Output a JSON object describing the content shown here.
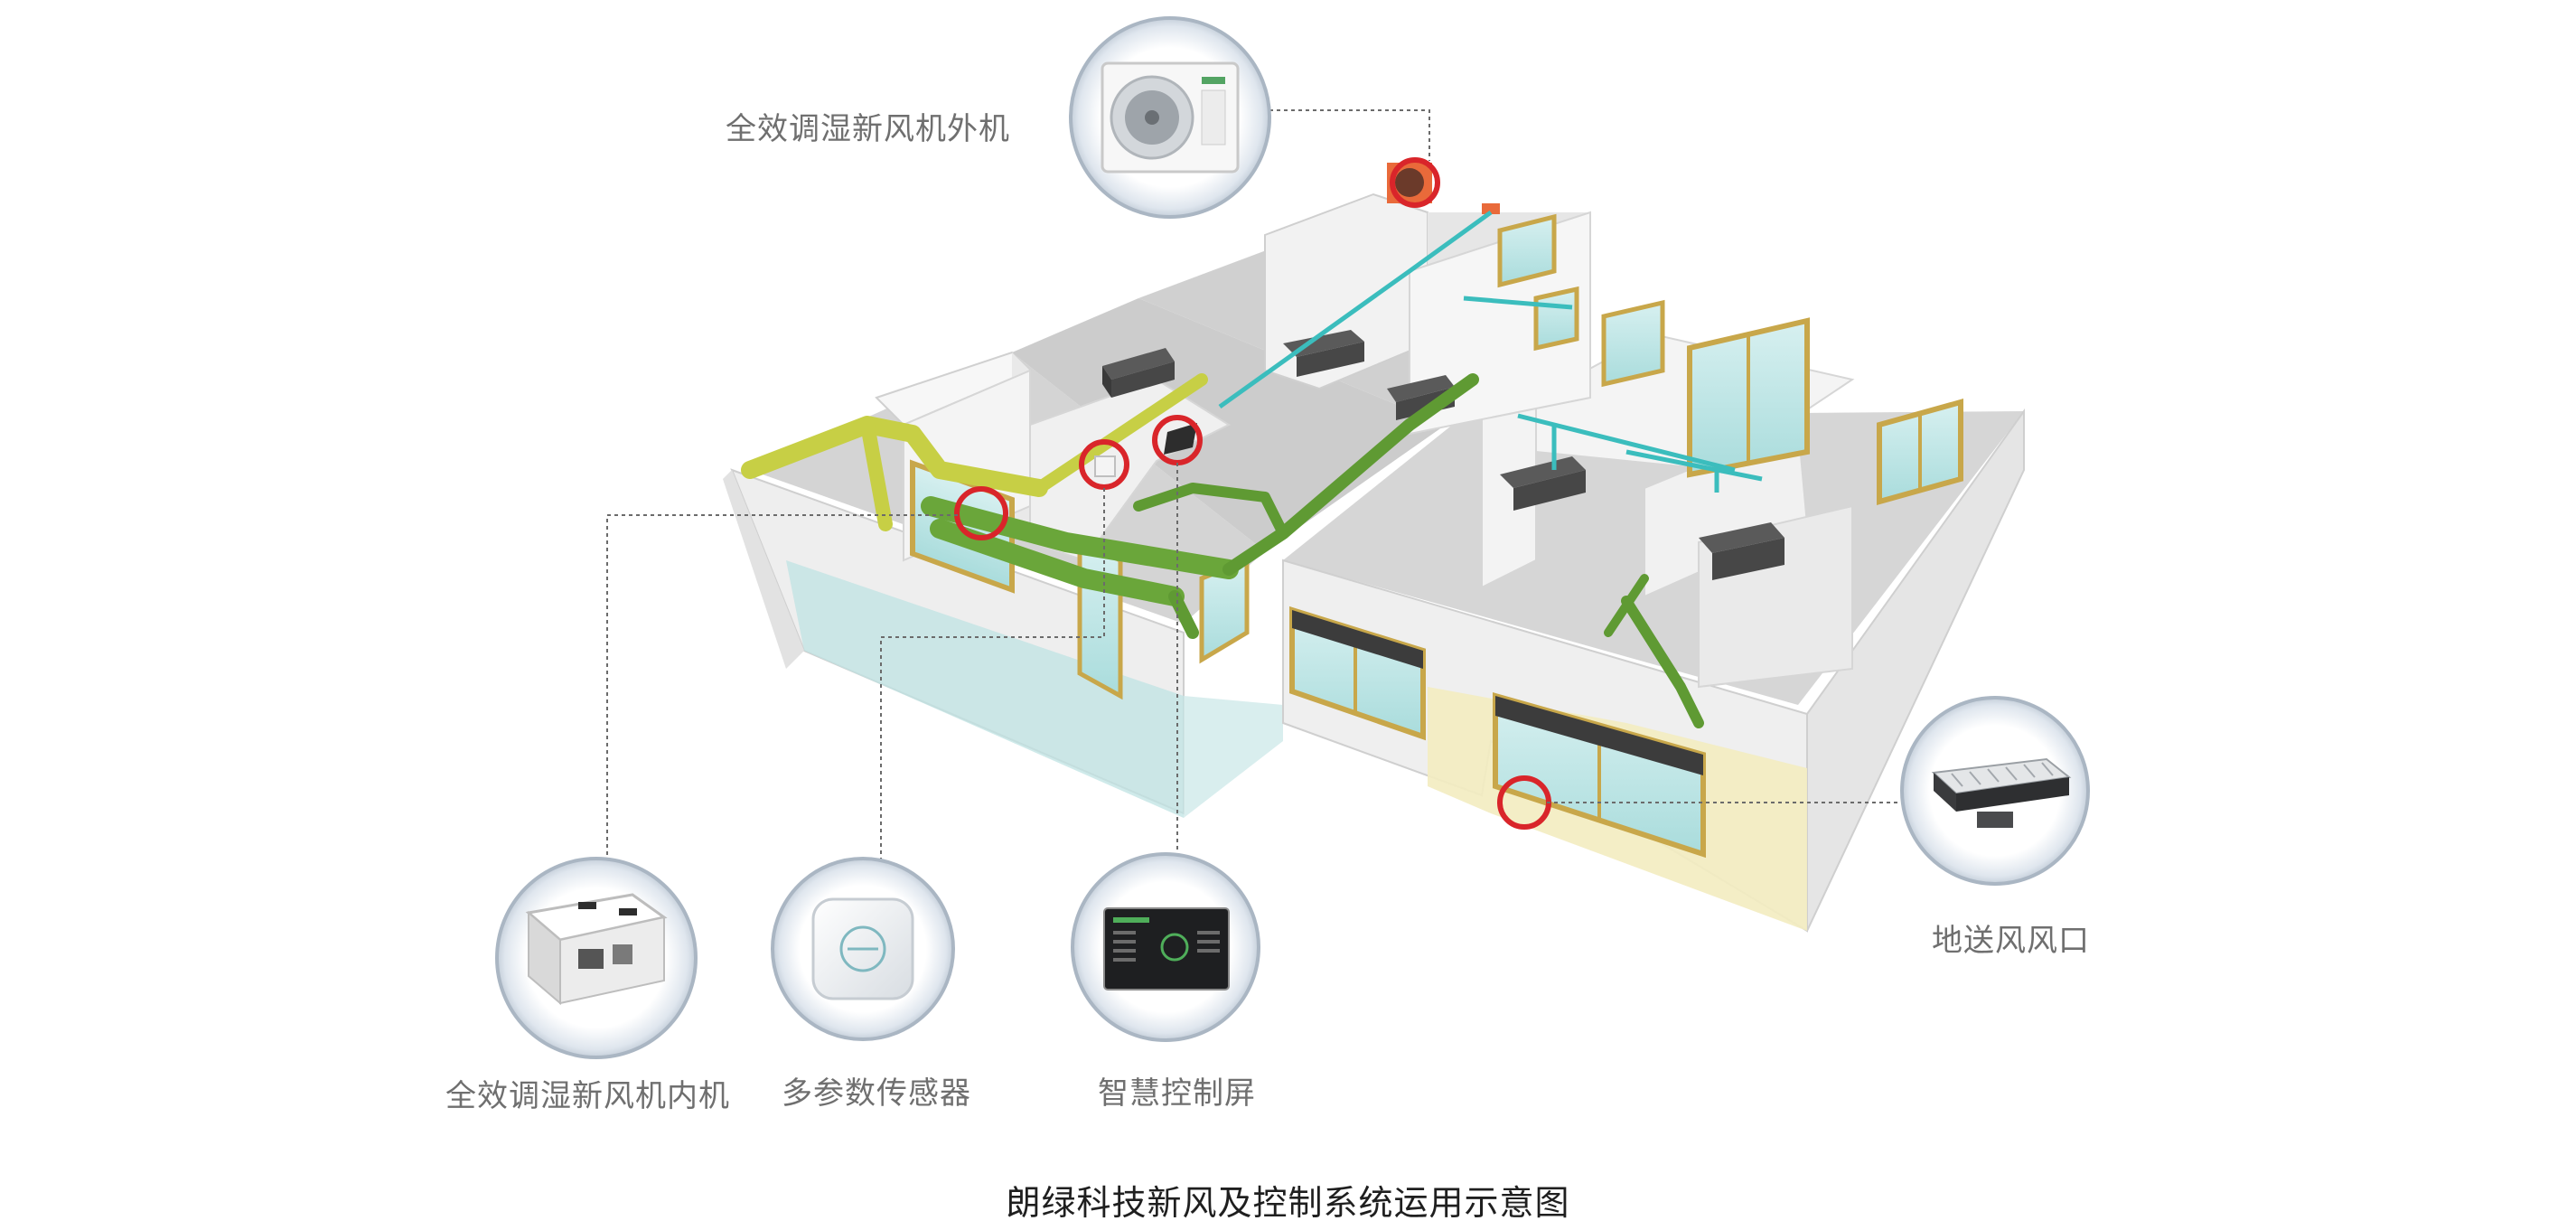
{
  "labels": {
    "outdoor_unit": "全效调湿新风机外机",
    "indoor_unit": "全效调湿新风机内机",
    "sensor": "多参数传感器",
    "control_screen": "智慧控制屏",
    "floor_vent": "地送风风口"
  },
  "caption": "朗绿科技新风及控制系统运用示意图",
  "colors": {
    "duct_green": "#6aa63a",
    "duct_yellow": "#c7cf45",
    "marker_red": "#d9252a",
    "window_frame": "#c8a74a",
    "glass": "#bfe6e6",
    "wall": "#f4f4f4",
    "floor": "#d2d2d2",
    "leader_line": "#6b6b6b"
  },
  "icons": [
    "outdoor-unit-icon",
    "indoor-unit-icon",
    "sensor-icon",
    "control-screen-icon",
    "floor-vent-icon"
  ]
}
